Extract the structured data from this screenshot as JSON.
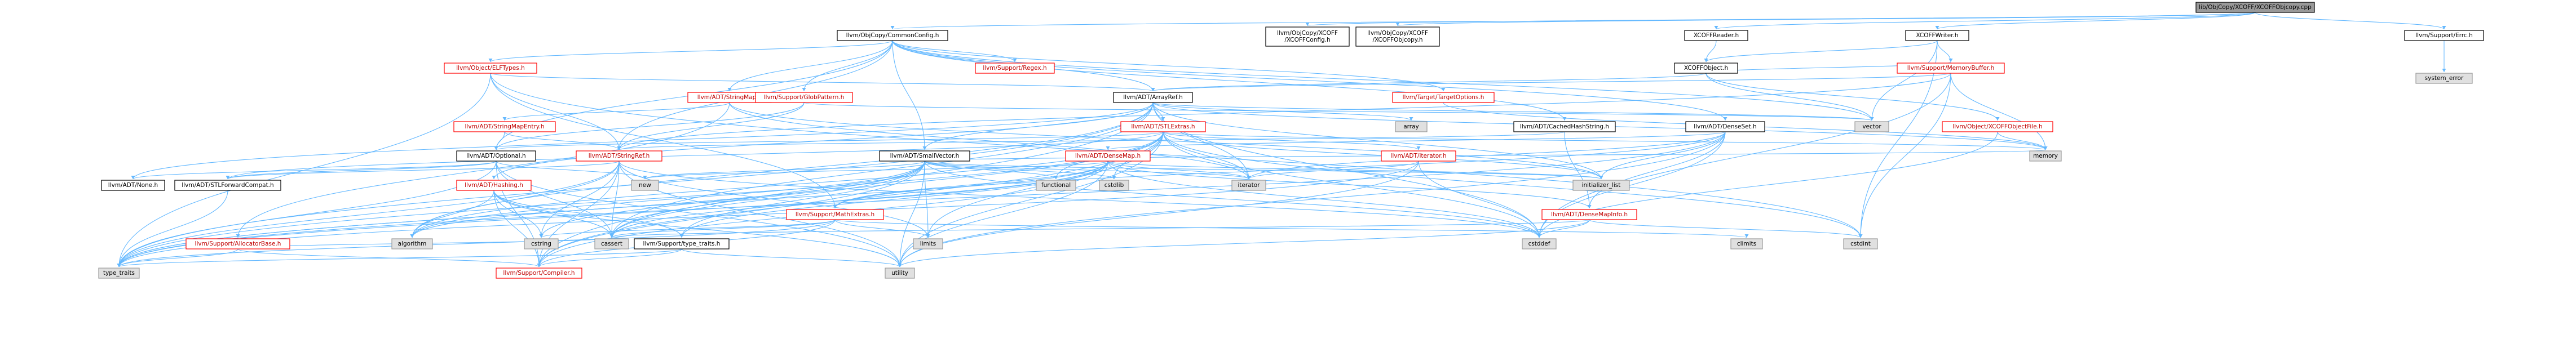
{
  "colors": {
    "root_fill": "#999999",
    "node_fill": "#ffffff",
    "node_border_black": "#000000",
    "node_border_red": "#ff0000",
    "system_fill": "#e0e0e0",
    "system_border": "#999999",
    "edge": "#63b8ff",
    "red_text": "#c00000"
  },
  "nodes": [
    {
      "id": "root",
      "label": "lib/ObjCopy/XCOFF/XCOFFObjcopy.cpp",
      "kind": "root"
    },
    {
      "id": "common",
      "label": "llvm/ObjCopy/CommonConfig.h",
      "kind": "doc"
    },
    {
      "id": "xcofconfig",
      "label": "llvm/ObjCopy/XCOFF\n/XCOFFConfig.h",
      "kind": "doc"
    },
    {
      "id": "xcofobjcopy",
      "label": "llvm/ObjCopy/XCOFF\n/XCOFFObjcopy.h",
      "kind": "doc"
    },
    {
      "id": "xreader",
      "label": "XCOFFReader.h",
      "kind": "doc"
    },
    {
      "id": "xwriter",
      "label": "XCOFFWriter.h",
      "kind": "doc"
    },
    {
      "id": "errc",
      "label": "llvm/Support/Errc.h",
      "kind": "doc"
    },
    {
      "id": "syserr",
      "label": "system_error",
      "kind": "sys"
    },
    {
      "id": "elftypes",
      "label": "llvm/Object/ELFTypes.h",
      "kind": "red"
    },
    {
      "id": "regex",
      "label": "llvm/Support/Regex.h",
      "kind": "red"
    },
    {
      "id": "xcofobj",
      "label": "XCOFFObject.h",
      "kind": "doc"
    },
    {
      "id": "membuf",
      "label": "llvm/Support/MemoryBuffer.h",
      "kind": "red"
    },
    {
      "id": "strmap",
      "label": "llvm/ADT/StringMap.h",
      "kind": "red"
    },
    {
      "id": "glob",
      "label": "llvm/Support/GlobPattern.h",
      "kind": "red"
    },
    {
      "id": "arrayref",
      "label": "llvm/ADT/ArrayRef.h",
      "kind": "doc"
    },
    {
      "id": "targetopt",
      "label": "llvm/Target/TargetOptions.h",
      "kind": "red"
    },
    {
      "id": "strmapentry",
      "label": "llvm/ADT/StringMapEntry.h",
      "kind": "red"
    },
    {
      "id": "array",
      "label": "array",
      "kind": "sys"
    },
    {
      "id": "cachedhash",
      "label": "llvm/ADT/CachedHashString.h",
      "kind": "doc"
    },
    {
      "id": "denseset",
      "label": "llvm/ADT/DenseSet.h",
      "kind": "doc"
    },
    {
      "id": "vector",
      "label": "vector",
      "kind": "sys"
    },
    {
      "id": "xcofobjfile",
      "label": "llvm/Object/XCOFFObjectFile.h",
      "kind": "red"
    },
    {
      "id": "stlextras",
      "label": "llvm/ADT/STLExtras.h",
      "kind": "red"
    },
    {
      "id": "optional",
      "label": "llvm/ADT/Optional.h",
      "kind": "doc"
    },
    {
      "id": "stringref",
      "label": "llvm/ADT/StringRef.h",
      "kind": "red"
    },
    {
      "id": "smallvector",
      "label": "llvm/ADT/SmallVector.h",
      "kind": "doc"
    },
    {
      "id": "densemap",
      "label": "llvm/ADT/DenseMap.h",
      "kind": "red"
    },
    {
      "id": "iteratorh",
      "label": "llvm/ADT/iterator.h",
      "kind": "red"
    },
    {
      "id": "memory",
      "label": "memory",
      "kind": "sys"
    },
    {
      "id": "none",
      "label": "llvm/ADT/None.h",
      "kind": "doc"
    },
    {
      "id": "stlfwd",
      "label": "llvm/ADT/STLForwardCompat.h",
      "kind": "doc"
    },
    {
      "id": "hashing",
      "label": "llvm/ADT/Hashing.h",
      "kind": "red"
    },
    {
      "id": "new",
      "label": "new",
      "kind": "sys"
    },
    {
      "id": "functional",
      "label": "functional",
      "kind": "sys"
    },
    {
      "id": "cstdlib",
      "label": "cstdlib",
      "kind": "sys"
    },
    {
      "id": "iterator",
      "label": "iterator",
      "kind": "sys"
    },
    {
      "id": "initlist",
      "label": "initializer_list",
      "kind": "sys"
    },
    {
      "id": "densemapinfo",
      "label": "llvm/ADT/DenseMapInfo.h",
      "kind": "red"
    },
    {
      "id": "mathextras",
      "label": "llvm/Support/MathExtras.h",
      "kind": "red"
    },
    {
      "id": "allocbase",
      "label": "llvm/Support/AllocatorBase.h",
      "kind": "red"
    },
    {
      "id": "algorithm",
      "label": "algorithm",
      "kind": "sys"
    },
    {
      "id": "cstring",
      "label": "cstring",
      "kind": "sys"
    },
    {
      "id": "cassert",
      "label": "cassert",
      "kind": "sys"
    },
    {
      "id": "typetraits_h",
      "label": "llvm/Support/type_traits.h",
      "kind": "doc"
    },
    {
      "id": "limits",
      "label": "limits",
      "kind": "sys"
    },
    {
      "id": "cstddef",
      "label": "cstddef",
      "kind": "sys"
    },
    {
      "id": "cstdint",
      "label": "cstdint",
      "kind": "sys"
    },
    {
      "id": "climits",
      "label": "climits",
      "kind": "sys"
    },
    {
      "id": "type_traits",
      "label": "type_traits",
      "kind": "sys"
    },
    {
      "id": "compiler",
      "label": "llvm/Support/Compiler.h",
      "kind": "red"
    },
    {
      "id": "utility",
      "label": "utility",
      "kind": "sys"
    }
  ],
  "edges": [
    [
      "root",
      "common"
    ],
    [
      "root",
      "xcofconfig"
    ],
    [
      "root",
      "xcofobjcopy"
    ],
    [
      "root",
      "xreader"
    ],
    [
      "root",
      "xwriter"
    ],
    [
      "root",
      "errc"
    ],
    [
      "errc",
      "syserr"
    ],
    [
      "xreader",
      "xcofobj"
    ],
    [
      "xwriter",
      "xcofobj"
    ],
    [
      "xwriter",
      "membuf"
    ],
    [
      "xwriter",
      "vector"
    ],
    [
      "xwriter",
      "cstdint"
    ],
    [
      "common",
      "elftypes"
    ],
    [
      "common",
      "regex"
    ],
    [
      "common",
      "strmap"
    ],
    [
      "common",
      "glob"
    ],
    [
      "common",
      "arrayref"
    ],
    [
      "common",
      "targetopt"
    ],
    [
      "common",
      "cachedhash"
    ],
    [
      "common",
      "denseset"
    ],
    [
      "common",
      "vector"
    ],
    [
      "common",
      "optional"
    ],
    [
      "common",
      "stringref"
    ],
    [
      "common",
      "smallvector"
    ],
    [
      "xcofobj",
      "arrayref"
    ],
    [
      "xcofobj",
      "xcofobjfile"
    ],
    [
      "xcofobj",
      "vector"
    ],
    [
      "xcofobj",
      "membuf"
    ],
    [
      "elftypes",
      "arrayref"
    ],
    [
      "elftypes",
      "stringref"
    ],
    [
      "elftypes",
      "type_traits"
    ],
    [
      "elftypes",
      "cstdint"
    ],
    [
      "elftypes",
      "mathextras"
    ],
    [
      "strmap",
      "strmapentry"
    ],
    [
      "strmap",
      "iterator"
    ],
    [
      "strmap",
      "allocbase"
    ],
    [
      "strmap",
      "initlist"
    ],
    [
      "glob",
      "optional"
    ],
    [
      "glob",
      "stringref"
    ],
    [
      "glob",
      "vector"
    ],
    [
      "arrayref",
      "hashing"
    ],
    [
      "arrayref",
      "none"
    ],
    [
      "arrayref",
      "smallvector"
    ],
    [
      "arrayref",
      "stlextras"
    ],
    [
      "arrayref",
      "compiler"
    ],
    [
      "arrayref",
      "algorithm"
    ],
    [
      "arrayref",
      "array"
    ],
    [
      "arrayref",
      "cassert"
    ],
    [
      "arrayref",
      "cstddef"
    ],
    [
      "arrayref",
      "initlist"
    ],
    [
      "arrayref",
      "iterator"
    ],
    [
      "arrayref",
      "memory"
    ],
    [
      "arrayref",
      "type_traits"
    ],
    [
      "arrayref",
      "vector"
    ],
    [
      "membuf",
      "arrayref"
    ],
    [
      "membuf",
      "stringref"
    ],
    [
      "membuf",
      "cstddef"
    ],
    [
      "membuf",
      "cstdint"
    ],
    [
      "membuf",
      "memory"
    ],
    [
      "targetopt",
      "memory"
    ],
    [
      "strmapentry",
      "optional"
    ],
    [
      "strmapentry",
      "stringref"
    ],
    [
      "cachedhash",
      "densemapinfo"
    ],
    [
      "cachedhash",
      "stringref"
    ],
    [
      "denseset",
      "densemap"
    ],
    [
      "denseset",
      "densemapinfo"
    ],
    [
      "denseset",
      "mathextras"
    ],
    [
      "denseset",
      "type_traits"
    ],
    [
      "denseset",
      "initlist"
    ],
    [
      "denseset",
      "iterator"
    ],
    [
      "denseset",
      "utility"
    ],
    [
      "denseset",
      "cstddef"
    ],
    [
      "xcofobjfile",
      "memory"
    ],
    [
      "xcofobjfile",
      "cstddef"
    ],
    [
      "stlextras",
      "optional"
    ],
    [
      "stlextras",
      "stlfwd"
    ],
    [
      "stlextras",
      "iteratorh"
    ],
    [
      "stlextras",
      "compiler"
    ],
    [
      "stlextras",
      "cassert"
    ],
    [
      "stlextras",
      "cstddef"
    ],
    [
      "stlextras",
      "cstdint"
    ],
    [
      "stlextras",
      "cstdlib"
    ],
    [
      "stlextras",
      "functional"
    ],
    [
      "stlextras",
      "initlist"
    ],
    [
      "stlextras",
      "iterator"
    ],
    [
      "stlextras",
      "limits"
    ],
    [
      "stlextras",
      "memory"
    ],
    [
      "stlextras",
      "tuple"
    ],
    [
      "stlextras",
      "type_traits"
    ],
    [
      "stlextras",
      "utility"
    ],
    [
      "stlextras",
      "algorithm"
    ],
    [
      "optional",
      "none"
    ],
    [
      "optional",
      "stlfwd"
    ],
    [
      "optional",
      "compiler"
    ],
    [
      "optional",
      "type_traits"
    ],
    [
      "optional",
      "cassert"
    ],
    [
      "optional",
      "new"
    ],
    [
      "optional",
      "utility"
    ],
    [
      "stringref",
      "stlfwd"
    ],
    [
      "stringref",
      "compiler"
    ],
    [
      "stringref",
      "algorithm"
    ],
    [
      "stringref",
      "cassert"
    ],
    [
      "stringref",
      "cstddef"
    ],
    [
      "stringref",
      "cstring"
    ],
    [
      "stringref",
      "limits"
    ],
    [
      "stringref",
      "type_traits"
    ],
    [
      "stringref",
      "utility"
    ],
    [
      "smallvector",
      "compiler"
    ],
    [
      "smallvector",
      "type_traits"
    ],
    [
      "smallvector",
      "algorithm"
    ],
    [
      "smallvector",
      "cassert"
    ],
    [
      "smallvector",
      "cstddef"
    ],
    [
      "smallvector",
      "cstdlib"
    ],
    [
      "smallvector",
      "cstring"
    ],
    [
      "smallvector",
      "functional"
    ],
    [
      "smallvector",
      "initlist"
    ],
    [
      "smallvector",
      "iterator"
    ],
    [
      "smallvector",
      "limits"
    ],
    [
      "smallvector",
      "memory"
    ],
    [
      "smallvector",
      "new"
    ],
    [
      "smallvector",
      "type_traits"
    ],
    [
      "smallvector",
      "utility"
    ],
    [
      "smallvector",
      "typetraits_h"
    ],
    [
      "densemap",
      "densemapinfo"
    ],
    [
      "densemap",
      "mathextras"
    ],
    [
      "densemap",
      "compiler"
    ],
    [
      "densemap",
      "algorithm"
    ],
    [
      "densemap",
      "cassert"
    ],
    [
      "densemap",
      "cstddef"
    ],
    [
      "densemap",
      "initlist"
    ],
    [
      "densemap",
      "iterator"
    ],
    [
      "densemap",
      "new"
    ],
    [
      "densemap",
      "type_traits"
    ],
    [
      "densemap",
      "utility"
    ],
    [
      "densemap",
      "typetraits_h"
    ],
    [
      "iteratorh",
      "iterator"
    ],
    [
      "iteratorh",
      "cstddef"
    ],
    [
      "iteratorh",
      "type_traits"
    ],
    [
      "iteratorh",
      "utility"
    ],
    [
      "hashing",
      "compiler"
    ],
    [
      "hashing",
      "algorithm"
    ],
    [
      "hashing",
      "cassert"
    ],
    [
      "hashing",
      "cstring"
    ],
    [
      "hashing",
      "string"
    ],
    [
      "hashing",
      "typetraits_h"
    ],
    [
      "hashing",
      "utility"
    ],
    [
      "densemapinfo",
      "cassert"
    ],
    [
      "densemapinfo",
      "cstddef"
    ],
    [
      "densemapinfo",
      "cstdint"
    ],
    [
      "densemapinfo",
      "utility"
    ],
    [
      "mathextras",
      "compiler"
    ],
    [
      "mathextras",
      "cassert"
    ],
    [
      "mathextras",
      "climits"
    ],
    [
      "mathextras",
      "cstring"
    ],
    [
      "mathextras",
      "limits"
    ],
    [
      "mathextras",
      "type_traits"
    ],
    [
      "allocbase",
      "compiler"
    ],
    [
      "allocbase",
      "type_traits"
    ],
    [
      "allocbase",
      "cassert"
    ],
    [
      "typetraits_h",
      "compiler"
    ],
    [
      "typetraits_h",
      "type_traits"
    ],
    [
      "typetraits_h",
      "utility"
    ],
    [
      "stlfwd",
      "type_traits"
    ]
  ]
}
